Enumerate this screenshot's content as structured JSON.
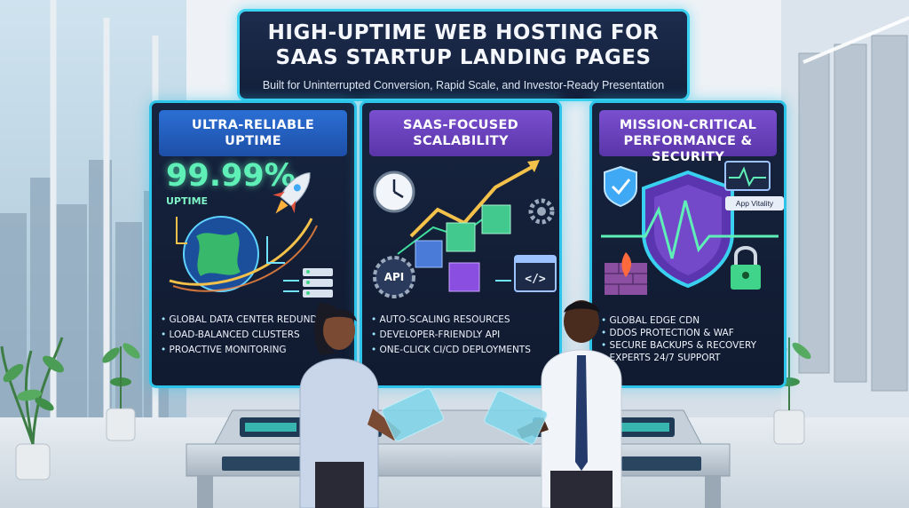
{
  "banner": {
    "title_line1": "HIGH-UPTIME WEB HOSTING FOR",
    "title_line2": "SAAS STARTUP LANDING PAGES",
    "subtitle": "Built for Uninterrupted Conversion, Rapid Scale, and Investor-Ready Presentation"
  },
  "panels": [
    {
      "heading_line1": "ULTRA-RELIABLE",
      "heading_line2": "UPTIME",
      "stat": "99.99%",
      "stat_label": "UPTIME",
      "bullets": [
        "GLOBAL DATA CENTER REDUNDANCY",
        "LOAD-BALANCED CLUSTERS",
        "PROACTIVE MONITORING"
      ]
    },
    {
      "heading_line1": "SAAS-FOCUSED",
      "heading_line2": "SCALABILITY",
      "api_label": "API",
      "code_label": "</>",
      "bullets": [
        "AUTO-SCALING RESOURCES",
        "DEVELOPER-FRIENDLY API",
        "ONE-CLICK CI/CD DEPLOYMENTS"
      ]
    },
    {
      "heading_line1": "MISSION-CRITICAL",
      "heading_line2": "PERFORMANCE & SECURITY",
      "vitality_label": "App Vitality",
      "bullets": [
        "GLOBAL EDGE CDN",
        "DDOS PROTECTION & WAF",
        "SECURE BACKUPS & RECOVERY",
        "EXPERTS 24/7 SUPPORT"
      ]
    }
  ],
  "colors": {
    "accent": "#2ec4ea",
    "panel_bg": "#101a30",
    "uptime_green": "#5ff0b8",
    "blue_header": "#2b6fd4",
    "purple_header": "#7a4fd0"
  }
}
